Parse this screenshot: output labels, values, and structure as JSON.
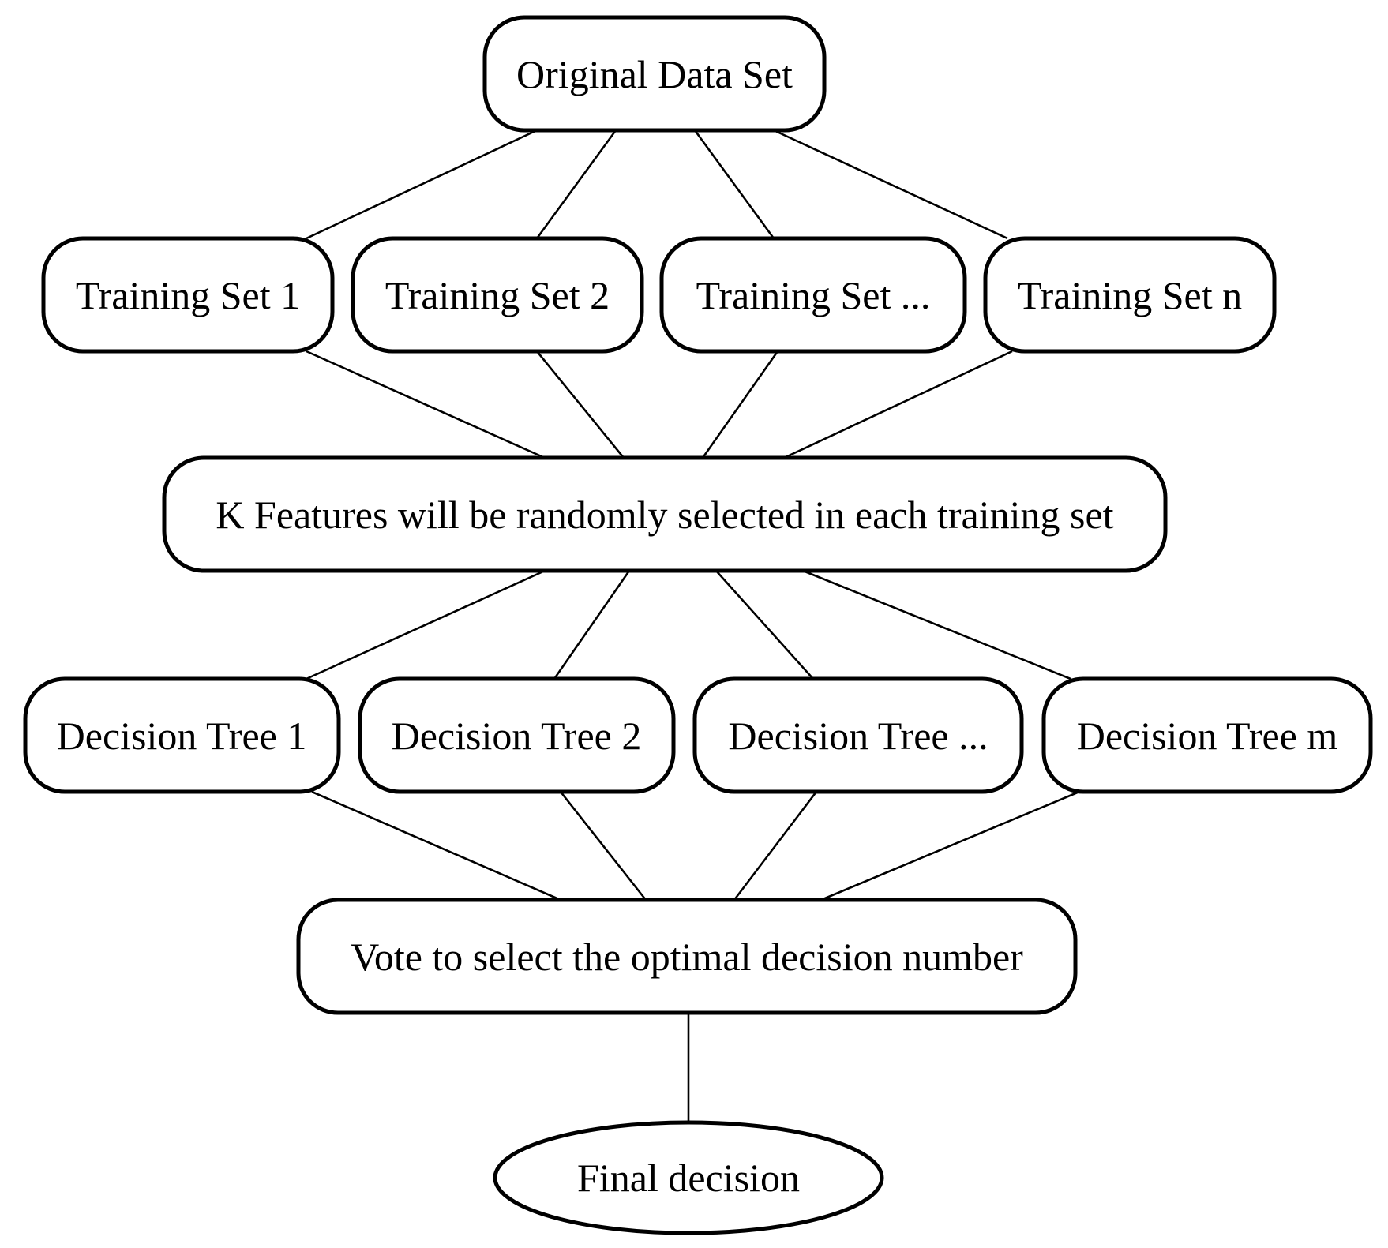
{
  "nodes": {
    "original": "Original Data Set",
    "training_sets": [
      "Training Set 1",
      "Training Set 2",
      "Training Set ...",
      "Training Set n"
    ],
    "features": "K Features will be randomly selected in each training set",
    "decision_trees": [
      "Decision Tree 1",
      "Decision Tree 2",
      "Decision Tree ...",
      "Decision Tree m"
    ],
    "vote": "Vote to select the optimal decision number",
    "final": "Final decision"
  },
  "colors": {
    "stroke": "#000000",
    "fill": "#ffffff"
  }
}
